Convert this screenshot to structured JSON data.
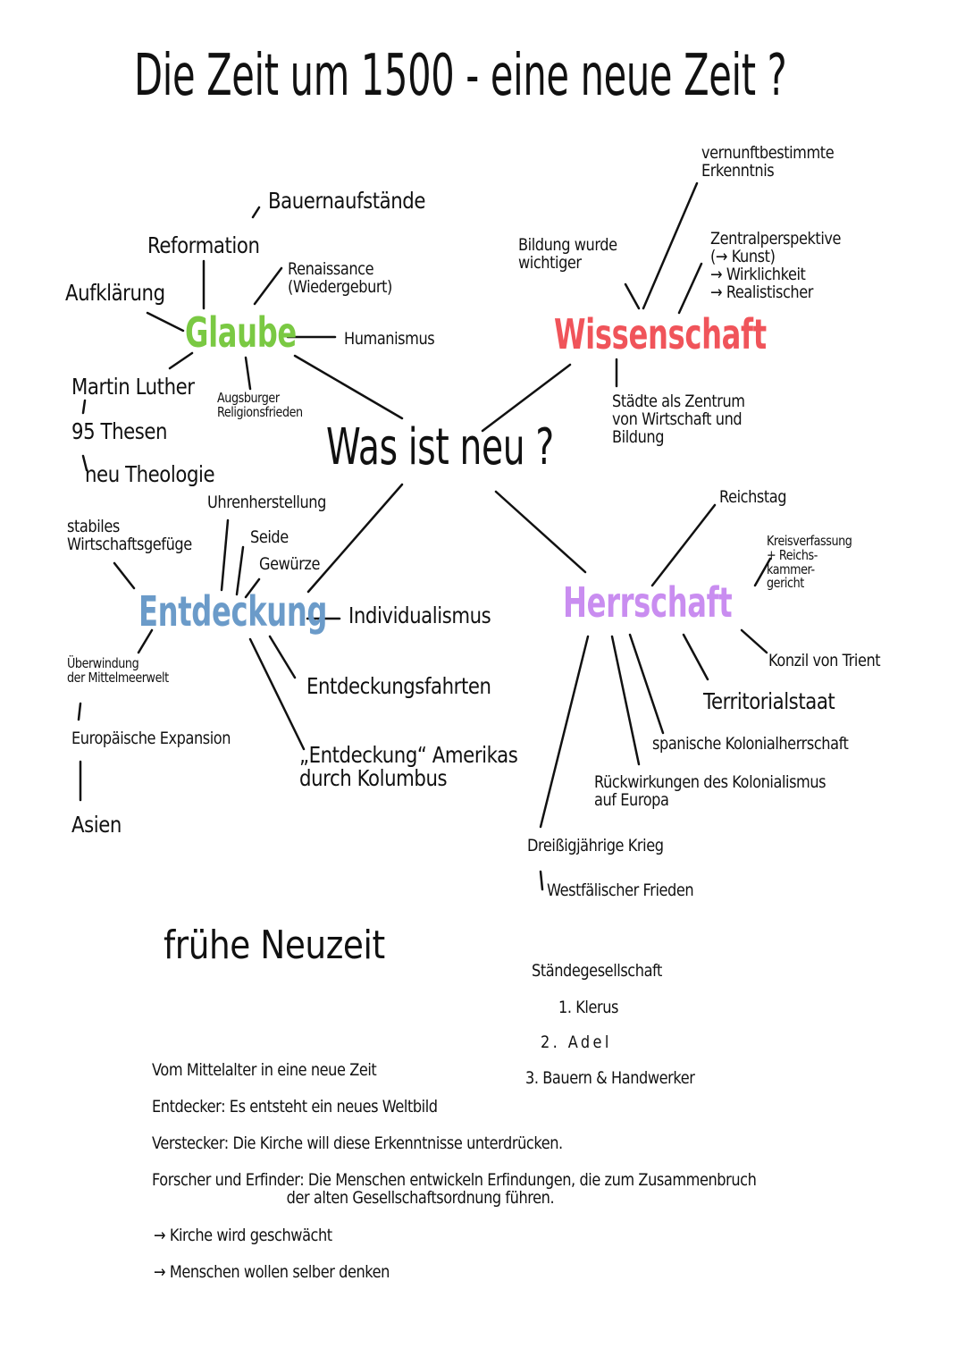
{
  "title": "Die Zeit um 1500 - eine neue Zeit ?",
  "center": "Was ist neu ?",
  "colors": {
    "glaube": "#7ac943",
    "wissenschaft": "#f0545a",
    "entdeckung": "#6b9bc9",
    "herrschaft": "#c98df0"
  },
  "glaube": {
    "label": "Glaube",
    "items": [
      "Bauernaufstände",
      "Reformation",
      "Renaissance\n(Wiedergeburt)",
      "Aufklärung",
      "Humanismus",
      "Martin Luther",
      "95 Thesen",
      "Augsburger\nReligionsfrieden",
      "neu Theologie"
    ]
  },
  "entdeckung": {
    "label": "Entdeckung",
    "items": [
      "Uhrenherstellung",
      "stabiles\nWirtschaftsgefüge",
      "Seide",
      "Gewürze",
      "Individualismus",
      "Überwindung\nder Mittelmeerwelt",
      "Entdeckungsfahrten",
      "Europäische Expansion",
      "„Entdeckung“ Amerikas\ndurch Kolumbus",
      "Asien"
    ]
  },
  "wissenschaft": {
    "label": "Wissenschaft",
    "items": [
      "Bildung wurde\nwichtiger",
      "vernunftbestimmte\nErkenntnis",
      "Zentralperspektive\n(→ Kunst)\n→ Wirklichkeit\n→ Realistischer",
      "Städte als Zentrum\nvon Wirtschaft und\nBildung"
    ]
  },
  "herrschaft": {
    "label": "Herrschaft",
    "items": [
      "Reichstag",
      "Kreisverfassung\n+ Reichs-\nkammer-\ngericht",
      "Konzil von Trient",
      "Territorialstaat",
      "spanische Kolonialherrschaft",
      "Rückwirkungen des Kolonialismus\nauf Europa",
      "Dreißigjährige Krieg",
      "Westfälischer Frieden"
    ]
  },
  "fruehe_neuzeit": "frühe Neuzeit",
  "staende": {
    "title": "Ständegesellschaft",
    "items": [
      "1. Klerus",
      "2. Adel",
      "3. Bauern & Handwerker"
    ]
  },
  "notes": [
    "Vom Mittelalter in eine neue Zeit",
    "Entdecker: Es entsteht ein neues Weltbild",
    "Verstecker: Die Kirche will diese Erkenntnisse unterdrücken.",
    "Forscher und Erfinder: Die Menschen entwickeln Erfindungen, die zum Zusammenbruch\n                                der alten Gesellschaftsordnung führen.",
    "→ Kirche wird geschwächt",
    "→ Menschen wollen selber denken"
  ]
}
